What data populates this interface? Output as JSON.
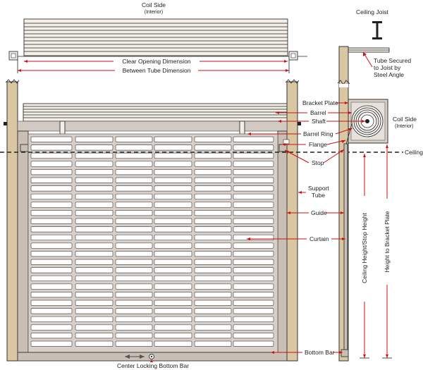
{
  "labels": {
    "coil_side_top": "Coil Side",
    "interior_top": "(Interior)",
    "ceiling_joist": "Ceiling Joist",
    "clear_opening": "Clear Opening Dimension",
    "between_tube": "Between Tube Dimension",
    "tube_secured_1": "Tube Secured",
    "tube_secured_2": "to Joist by",
    "tube_secured_3": "Steel Angle",
    "bracket_plate": "Bracket Plate",
    "barrel": "Barrel",
    "shaft": "Shaft",
    "coil_side_right": "Coil Side",
    "interior_right": "(Interior)",
    "barrel_ring": "Barrel Ring",
    "flange": "Flange",
    "ceiling": "Ceiling",
    "stop": "Stop",
    "support_1": "Support",
    "support_2": "Tube",
    "guide": "Guide",
    "curtain": "Curtain",
    "ceiling_height": "Ceiling Height/Stop Height",
    "height_bracket": "Height to Bracket Plate",
    "bottom_bar": "Bottom Bar",
    "center_locking": "Center Locking Bottom Bar"
  },
  "colors": {
    "dimension_lines": "#cc1111",
    "wall": "#d9c6a2"
  }
}
